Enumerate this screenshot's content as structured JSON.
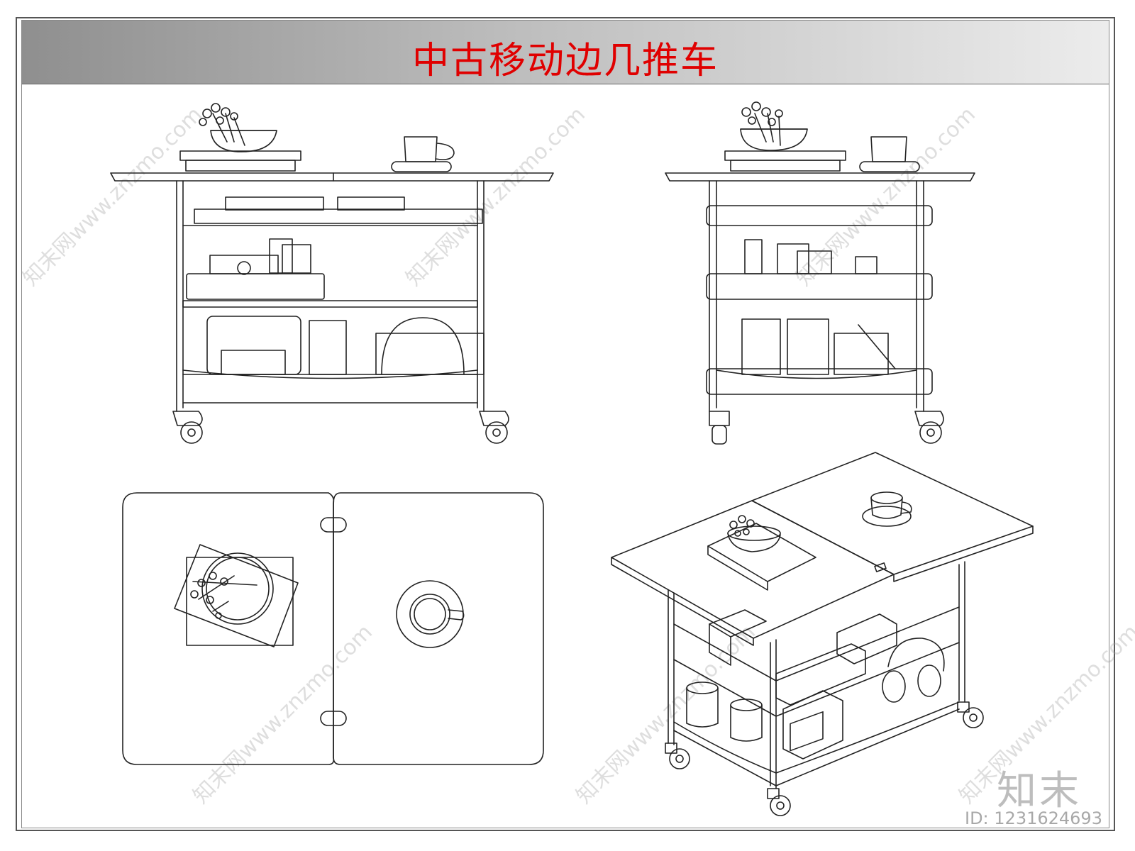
{
  "title": "中古移动边几推车",
  "brand": {
    "mark": "知末",
    "id_label": "ID: 1231624693",
    "watermark": "知末网www.znzmo.com"
  },
  "colors": {
    "title": "#e00000",
    "line": "#222222"
  }
}
